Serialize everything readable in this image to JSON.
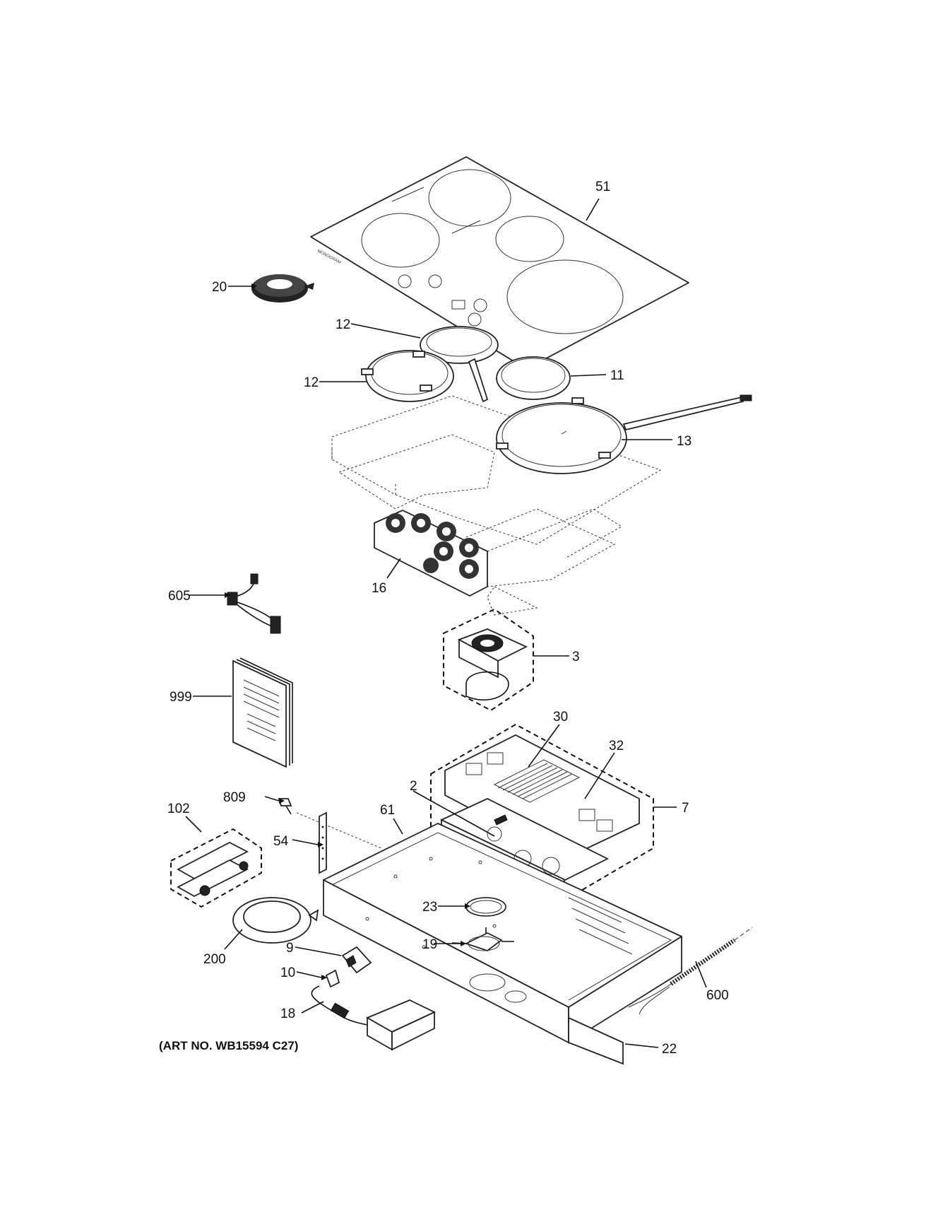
{
  "diagram": {
    "art_number": "(ART NO. WB15594 C27)",
    "callouts": {
      "c51": "51",
      "c20": "20",
      "c12a": "12",
      "c12b": "12",
      "c11": "11",
      "c13": "13",
      "c605": "605",
      "c16": "16",
      "c3": "3",
      "c999": "999",
      "c30": "30",
      "c32": "32",
      "c102": "102",
      "c809": "809",
      "c2": "2",
      "c61": "61",
      "c7": "7",
      "c54": "54",
      "c23": "23",
      "c19": "19",
      "c200": "200",
      "c9": "9",
      "c10": "10",
      "c18": "18",
      "c600": "600",
      "c22": "22"
    }
  }
}
